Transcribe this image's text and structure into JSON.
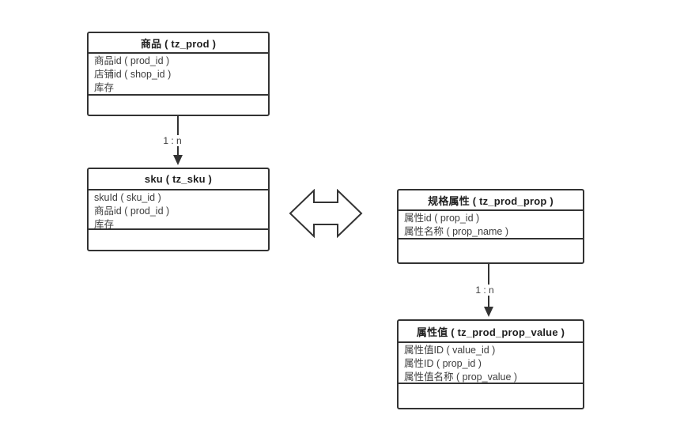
{
  "diagram": {
    "entities": [
      {
        "title": "商品 ( tz_prod )",
        "fields": [
          "商品id ( prod_id )",
          "店铺id ( shop_id )",
          "库存"
        ]
      },
      {
        "title": "sku ( tz_sku )",
        "fields": [
          "skuId ( sku_id )",
          "商品id ( prod_id )",
          "库存"
        ]
      },
      {
        "title": "规格属性 ( tz_prod_prop )",
        "fields": [
          "属性id ( prop_id )",
          "属性名称 ( prop_name )"
        ]
      },
      {
        "title": "属性值 ( tz_prod_prop_value )",
        "fields": [
          "属性值ID ( value_id )",
          "属性ID ( prop_id )",
          "属性值名称 ( prop_value )"
        ]
      }
    ],
    "relations": [
      {
        "from": "商品 ( tz_prod )",
        "to": "sku ( tz_sku )",
        "label": "1 : n"
      },
      {
        "from": "规格属性 ( tz_prod_prop )",
        "to": "属性值 ( tz_prod_prop_value )",
        "label": "1 : n"
      }
    ],
    "icons": {
      "bidirectional_arrow": "left-right-double-arrow-icon"
    },
    "colors": {
      "line": "#333333",
      "field_text": "#3d3d3d",
      "title_text": "#1f1f1f",
      "background": "#ffffff"
    }
  }
}
